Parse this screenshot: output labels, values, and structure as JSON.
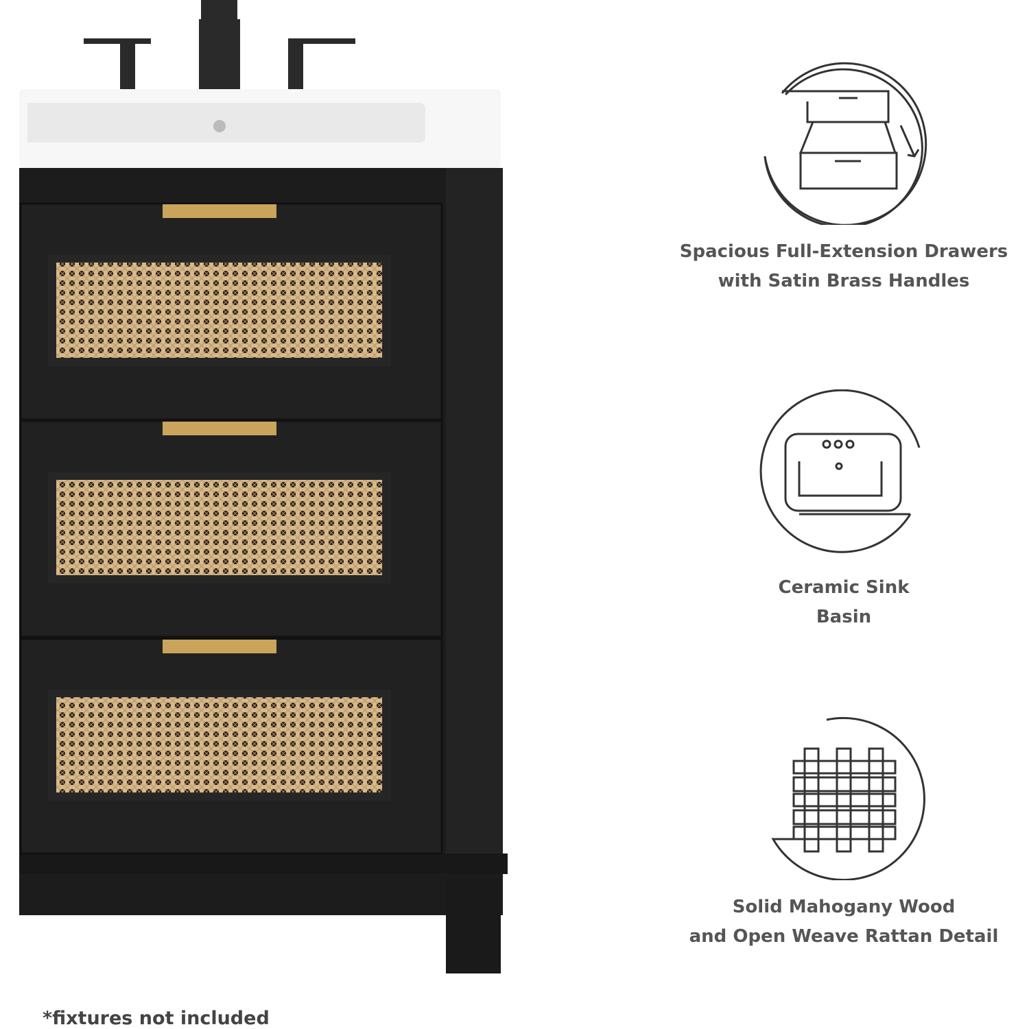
{
  "features": [
    {
      "icon": "drawer-icon",
      "line1": "Spacious Full-Extension Drawers",
      "line2": "with Satin Brass Handles"
    },
    {
      "icon": "sink-icon",
      "line1": "Ceramic Sink",
      "line2": "Basin"
    },
    {
      "icon": "weave-icon",
      "line1": "Solid Mahogany Wood",
      "line2": "and Open Weave Rattan Detail"
    }
  ],
  "footnote": "*fixtures not included",
  "colors": {
    "cabinet": "#1c1c1c",
    "brass": "#c9a45a",
    "rattan": "#d6b98c",
    "text": "#555555"
  }
}
